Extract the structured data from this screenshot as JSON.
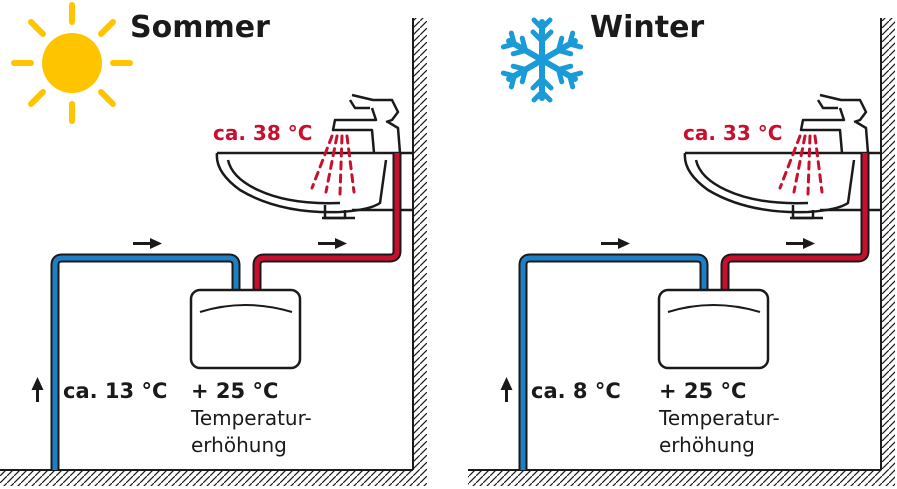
{
  "colors": {
    "cold_pipe": "#1f7fc4",
    "hot_pipe": "#c8102e",
    "sun": "#ffc400",
    "snowflake": "#1a9bd7",
    "outline": "#1a1a1a"
  },
  "summer": {
    "title": "Sommer",
    "outlet_temp": "ca. 38 °C",
    "inlet_temp": "ca. 13 °C",
    "increase": "+ 25 °C",
    "increase_text_1": "Temperatur-",
    "increase_text_2": "erhöhung",
    "icon": "sun-icon"
  },
  "winter": {
    "title": "Winter",
    "outlet_temp": "ca. 33 °C",
    "inlet_temp": "ca. 8 °C",
    "increase": "+ 25 °C",
    "increase_text_1": "Temperatur-",
    "increase_text_2": "erhöhung",
    "icon": "snowflake-icon"
  }
}
